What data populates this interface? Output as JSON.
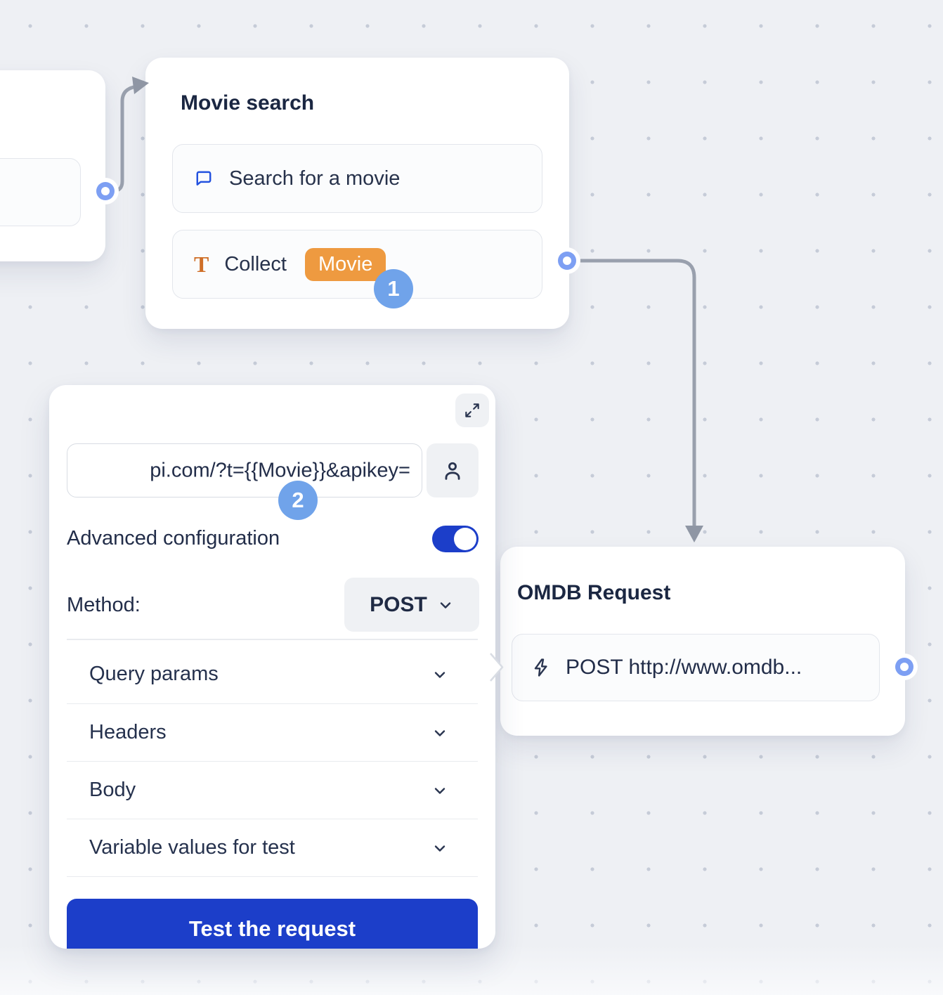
{
  "canvas": {
    "bg": "#eef0f4",
    "dot_color": "#c6ccd8"
  },
  "annotations": {
    "step1": "1",
    "step2": "2"
  },
  "nodes": {
    "movie_search": {
      "title": "Movie search",
      "items": [
        {
          "icon": "chat-bubble-icon",
          "label": "Search for a movie"
        },
        {
          "icon": "text-input-icon",
          "label": "Collect",
          "badge": "Movie"
        }
      ]
    },
    "omdb_request": {
      "title": "OMDB Request",
      "items": [
        {
          "icon": "lightning-icon",
          "label": "POST http://www.omdb..."
        }
      ]
    }
  },
  "panel": {
    "url_value": "pi.com/?t={{Movie}}&apikey=",
    "advanced_label": "Advanced configuration",
    "advanced_enabled": true,
    "method_label": "Method:",
    "method_value": "POST",
    "sections": [
      {
        "label": "Query params"
      },
      {
        "label": "Headers"
      },
      {
        "label": "Body"
      },
      {
        "label": "Variable values for test"
      }
    ],
    "test_button_label": "Test the request"
  },
  "colors": {
    "accent_blue": "#1c3ec9",
    "step_badge_blue": "#70a3ea",
    "badge_orange": "#ee9a40",
    "port_blue": "#7d9ff3",
    "connector_gray": "#99a0ad",
    "icon_blue": "#2352df",
    "icon_orange": "#cf6f28"
  }
}
